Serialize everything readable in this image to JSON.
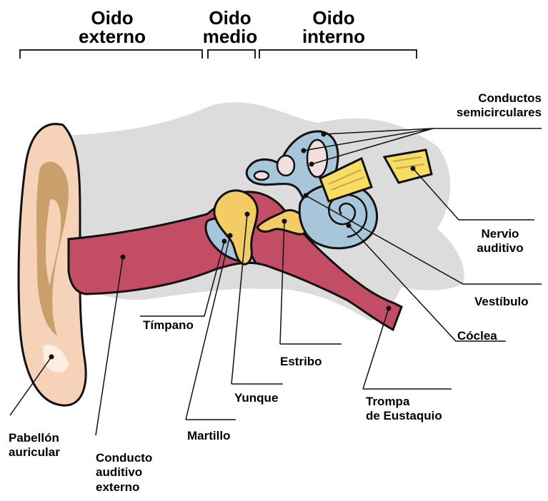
{
  "sections": {
    "externo": [
      "Oido",
      "externo"
    ],
    "medio": [
      "Oido",
      "medio"
    ],
    "interno": [
      "Oido",
      "interno"
    ]
  },
  "labels": {
    "conductos": [
      "Conductos",
      "semicirculares"
    ],
    "nervio": [
      "Nervio",
      "auditivo"
    ],
    "vestibulo": "Vestíbulo",
    "coclea": "Cóclea",
    "timpano": "Tímpano",
    "estribo": "Estribo",
    "yunque": "Yunque",
    "martillo": "Martillo",
    "trompa": [
      "Trompa",
      "de Eustaquio"
    ],
    "pabellon": [
      "Pabellón",
      "auricular"
    ],
    "conducto_externo": [
      "Conducto",
      "auditivo",
      "externo"
    ]
  },
  "colors": {
    "skin": "#f6d2b8",
    "skin_shadow": "#c9a06c",
    "head": "#dcdcdc",
    "canal": "#c24d64",
    "ossicle": "#f3cc66",
    "cochlea": "#a8c6d9",
    "nerve": "#f7dd62",
    "outline": "#111111"
  }
}
